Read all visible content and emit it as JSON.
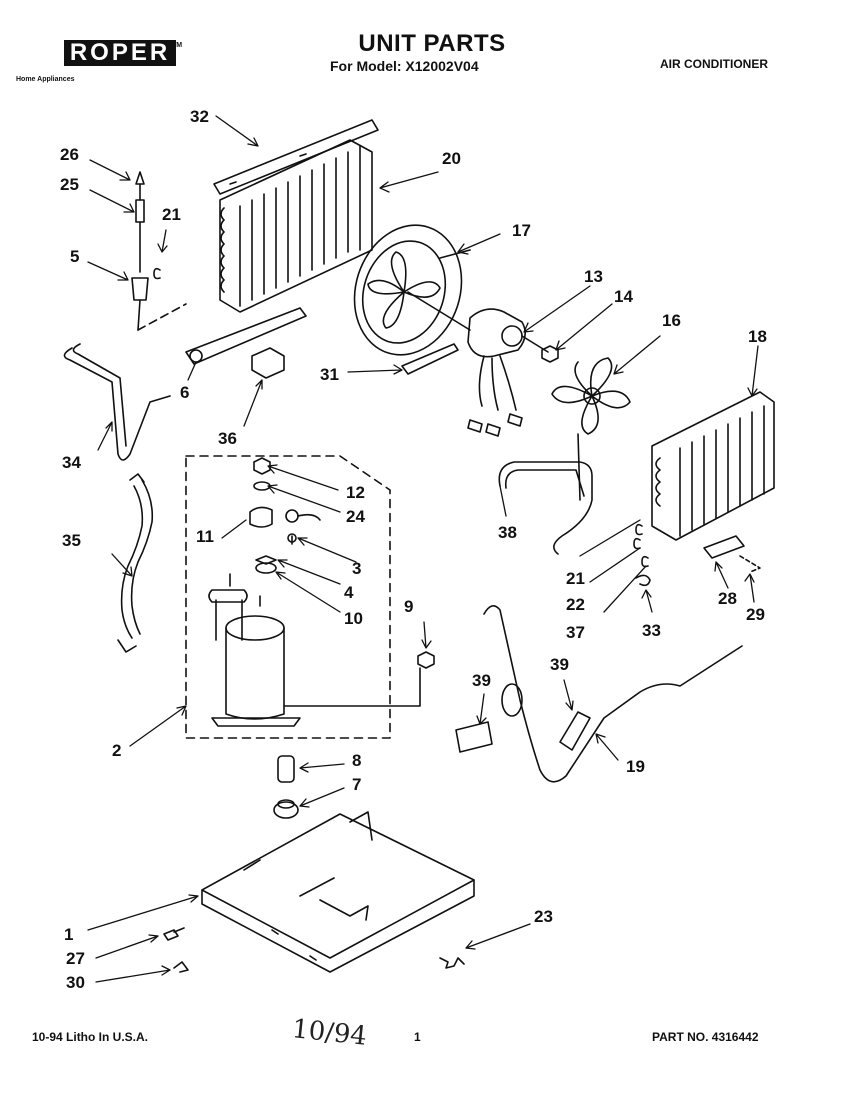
{
  "header": {
    "brand": "ROPER",
    "trademark": "TM",
    "brand_tagline": "Home Appliances",
    "title": "UNIT PARTS",
    "model_label": "For Model: X12002V04",
    "category": "AIR CONDITIONER"
  },
  "footer": {
    "print_info": "10-94 Litho In U.S.A.",
    "handwritten_date": "10/94",
    "page_number": "1",
    "part_number": "PART NO. 4316442"
  },
  "callouts": {
    "c1": "1",
    "c2": "2",
    "c3": "3",
    "c4": "4",
    "c5": "5",
    "c6": "6",
    "c7": "7",
    "c8": "8",
    "c9": "9",
    "c10": "10",
    "c11": "11",
    "c12": "12",
    "c13": "13",
    "c14": "14",
    "c16": "16",
    "c17": "17",
    "c18": "18",
    "c19": "19",
    "c20": "20",
    "c21a": "21",
    "c21b": "21",
    "c22": "22",
    "c23": "23",
    "c24": "24",
    "c25": "25",
    "c26": "26",
    "c27": "27",
    "c28": "28",
    "c29": "29",
    "c30": "30",
    "c31": "31",
    "c32": "32",
    "c33": "33",
    "c34": "34",
    "c35": "35",
    "c36": "36",
    "c37": "37",
    "c38": "38",
    "c39a": "39",
    "c39b": "39"
  }
}
